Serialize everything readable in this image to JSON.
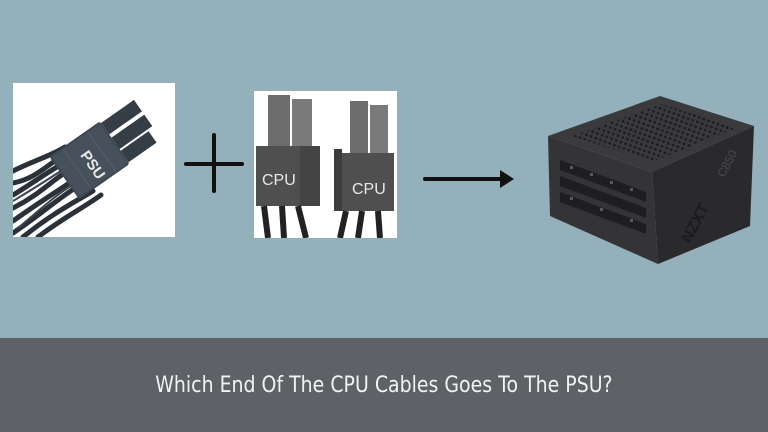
{
  "illustration": {
    "background_color": "#93b0bb",
    "left_image": {
      "description": "PSU end of power connector",
      "connector_label": "PSU"
    },
    "operator_symbol": "+",
    "middle_image": {
      "description": "Two CPU 4-pin connectors",
      "connector_labels": [
        "CPU",
        "CPU"
      ]
    },
    "arrow": "right-arrow",
    "right_image": {
      "description": "NZXT C850 power supply unit",
      "brand_text": "NZXT",
      "model_text": "C850"
    }
  },
  "banner": {
    "title": "Which End Of The CPU Cables Goes To The PSU?",
    "background_color": "#5e6166",
    "text_color": "#f2f2f2"
  }
}
